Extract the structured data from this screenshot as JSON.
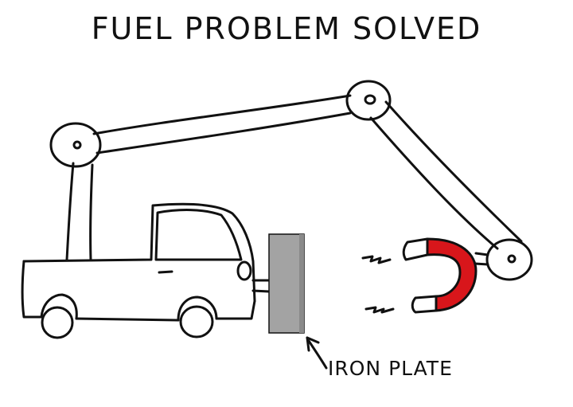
{
  "title": "FUEL PROBLEM SOLVED",
  "label": "IRON PLATE",
  "colors": {
    "ink": "#111111",
    "magnet": "#d8161b",
    "plate": "#a3a3a3",
    "background": "#ffffff"
  },
  "icons": [
    "truck",
    "crane-arm",
    "magnet",
    "iron-plate",
    "pointer-arrow"
  ]
}
